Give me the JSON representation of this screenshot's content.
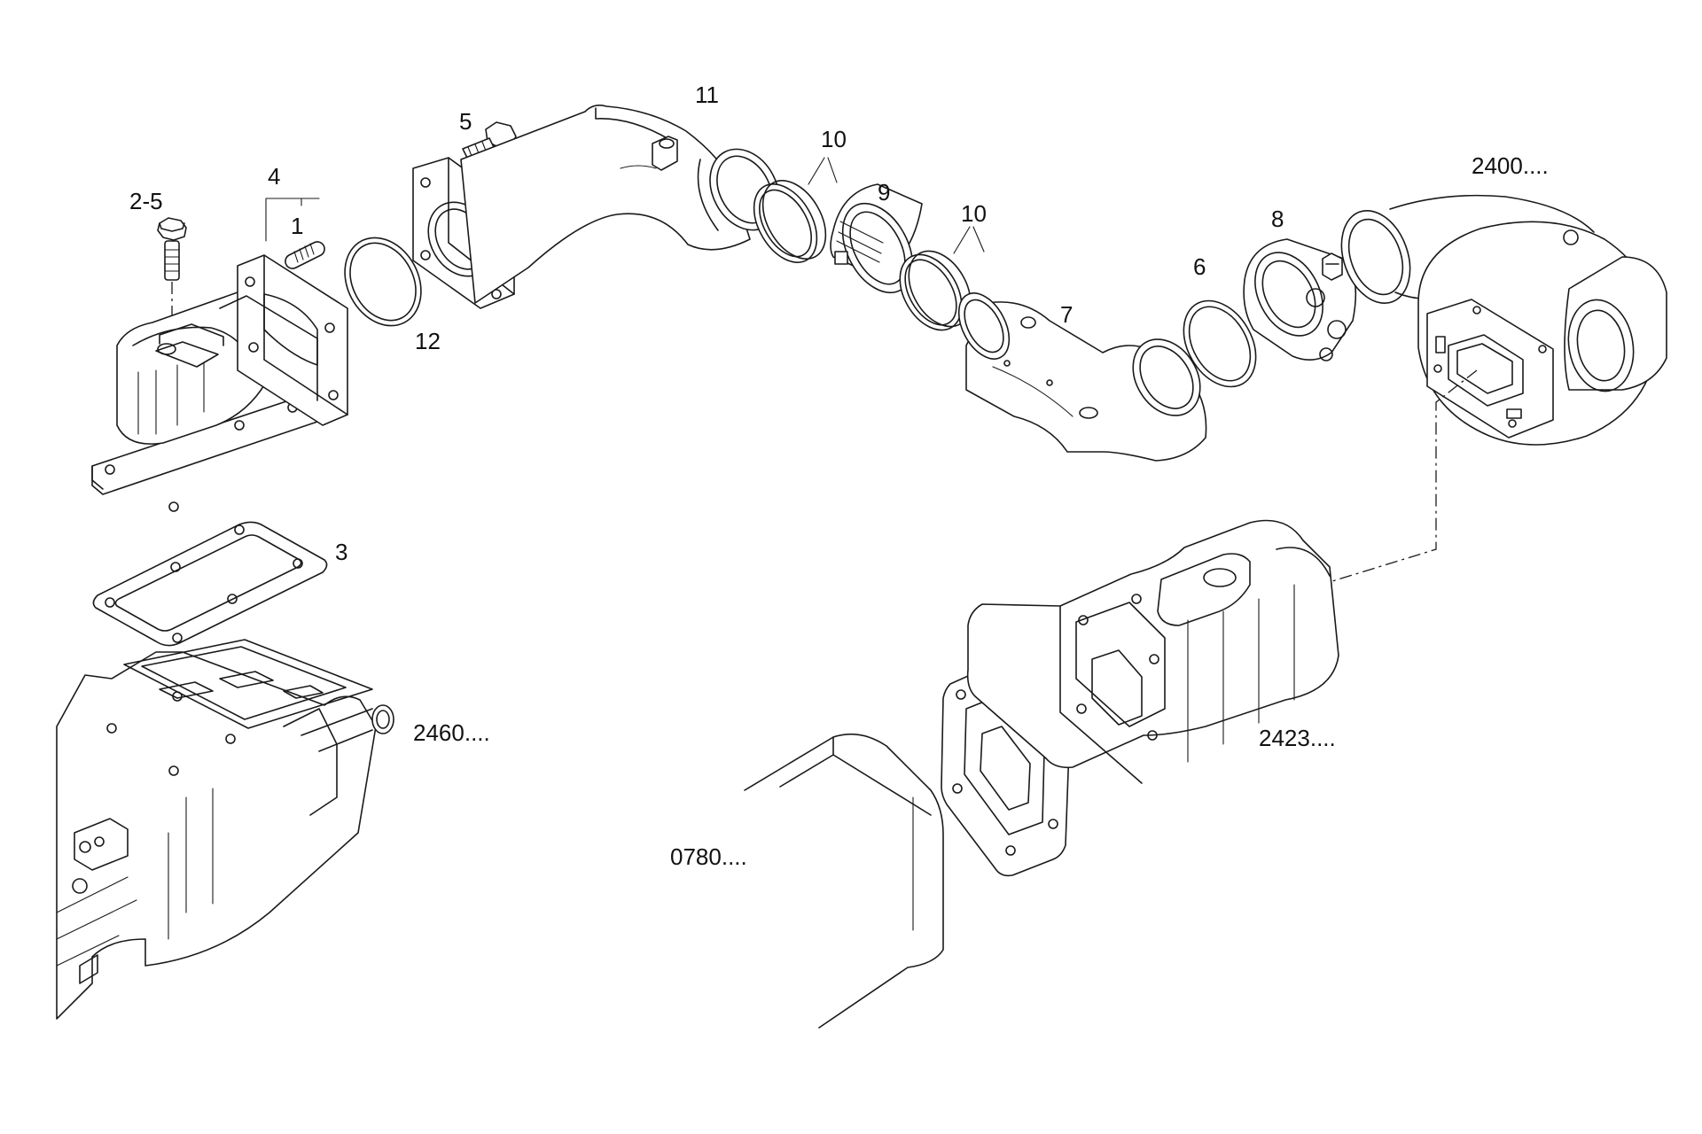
{
  "labels": {
    "l1": "1",
    "l2_5": "2-5",
    "l3": "3",
    "l4": "4",
    "l5": "5",
    "l6": "6",
    "l7": "7",
    "l8": "8",
    "l9": "9",
    "l10a": "10",
    "l10b": "10",
    "l11": "11",
    "l12": "12",
    "l2400": "2400....",
    "l2460": "2460....",
    "l2423": "2423....",
    "l0780": "0780...."
  }
}
